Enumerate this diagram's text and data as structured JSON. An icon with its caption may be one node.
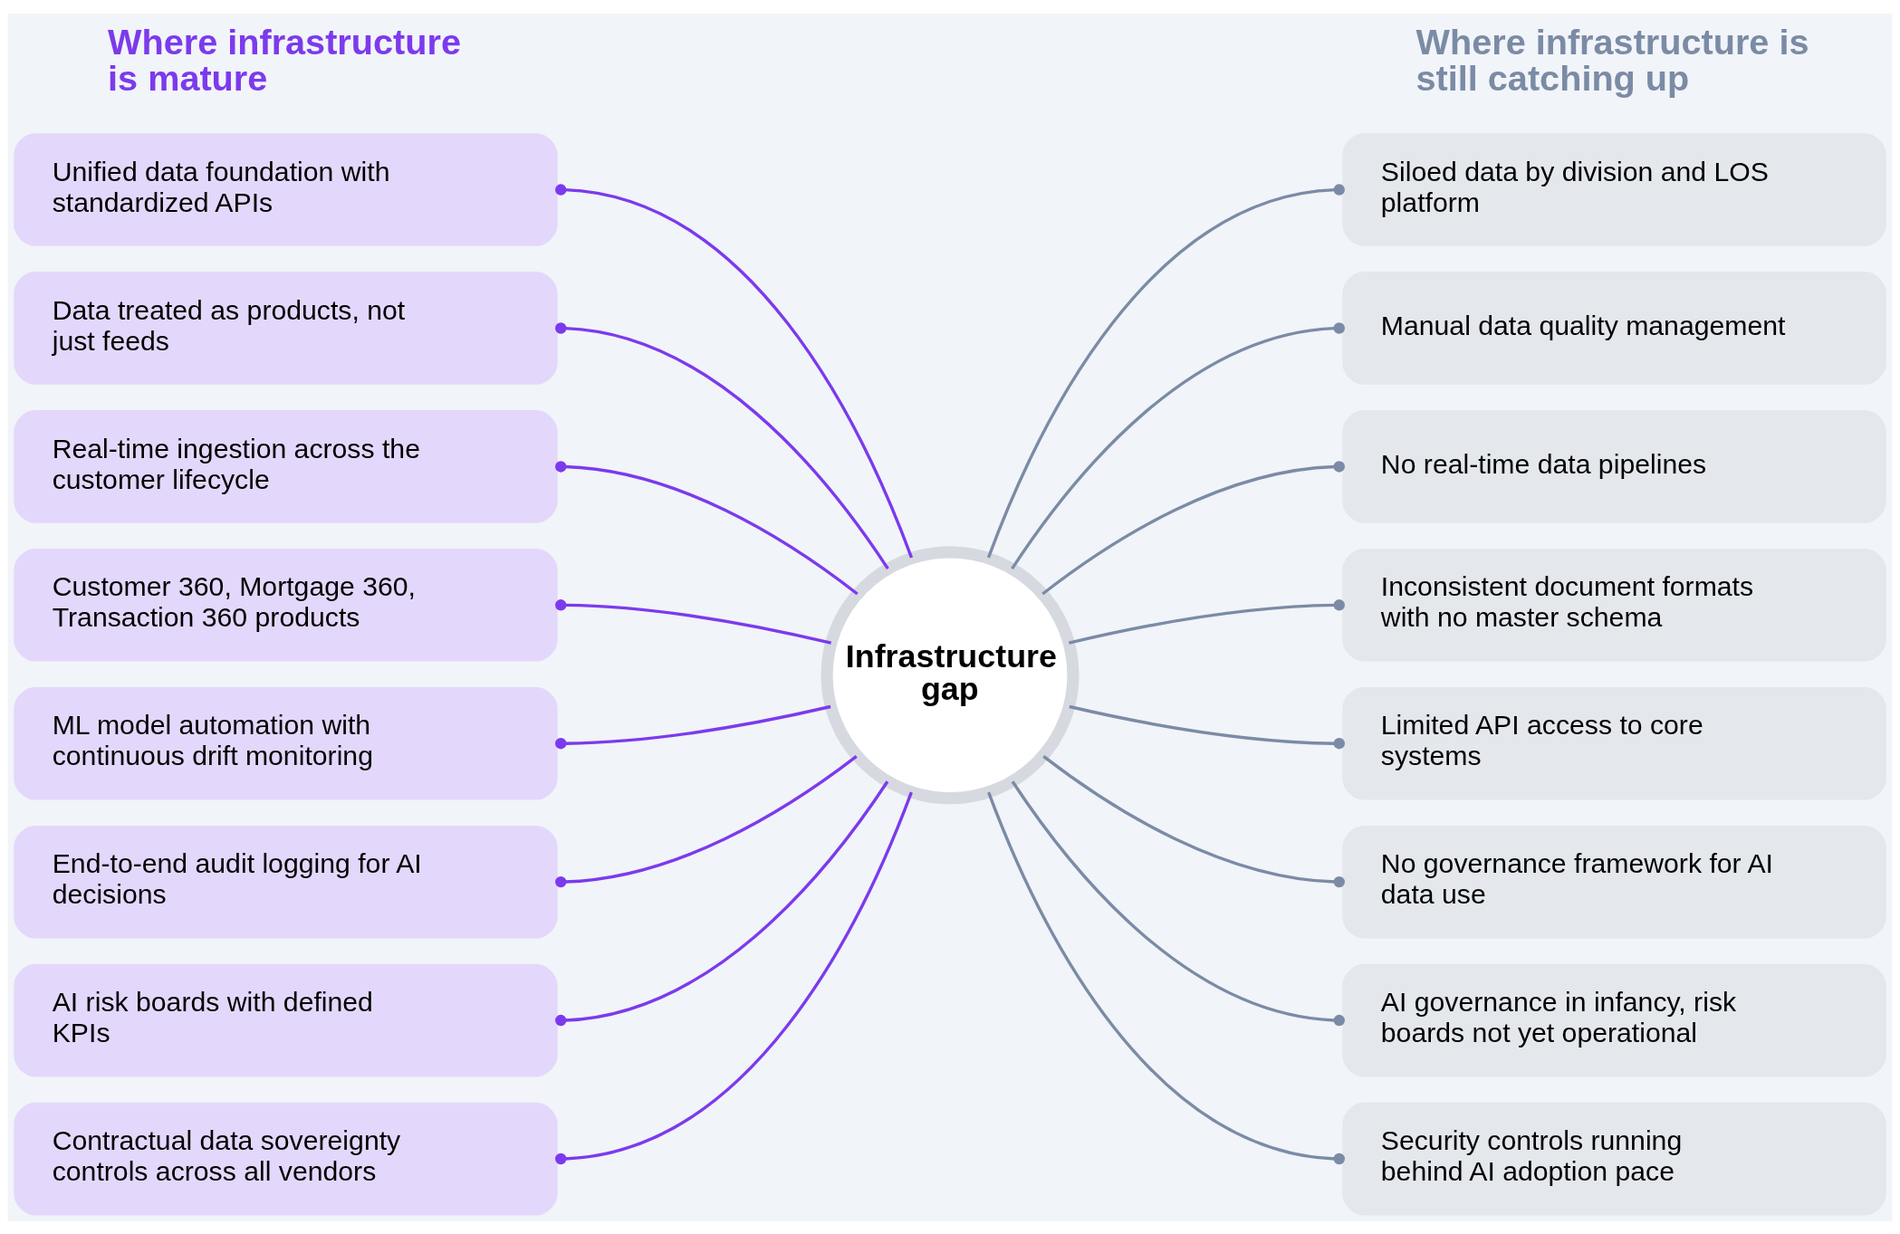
{
  "diagram": {
    "nodes": [
      {
        "text": [
          "Unified data foundation with standardized APIs"
        ]
      },
      {
        "text": [
          "Data treated as products, not just feeds"
        ]
      },
      {
        "text": [
          "Real-time ingestion across the customer lifecycle"
        ]
      },
      {
        "text": [
          "Customer 360, Mortgage 360, Transaction 360 products"
        ]
      },
      {
        "text": [
          "ML model automation with continuous drift monitoring"
        ]
      },
      {
        "text": [
          "End-to-end audit logging for AI decisions"
        ]
      },
      {
        "text": [
          "AI risk boards with defined KPIs"
        ]
      },
      {
        "text": [
          "Contractual data sovereignty controls across all vendors"
        ]
      },
      {
        "text": [
          "Infrastructure gap"
        ]
      },
      {
        "text": [
          "Siloed data by division and LOS platform"
        ]
      },
      {
        "text": [
          "Manual data quality management"
        ]
      },
      {
        "text": [
          "No real-time data pipelines"
        ]
      },
      {
        "text": [
          "Inconsistent document formats with no master schema"
        ]
      },
      {
        "text": [
          "Limited API access to core systems"
        ]
      },
      {
        "text": [
          "No governance framework for AI data use"
        ]
      },
      {
        "text": [
          "AI governance in infancy, risk boards not yet operational"
        ]
      },
      {
        "text": [
          "Security controls running behind AI adoption pace"
        ]
      }
    ],
    "edges": [
      {
        "from": 0,
        "to": 8,
        "arrow": "other",
        "color": "#7c3aed"
      },
      {
        "from": 1,
        "to": 8,
        "arrow": "other",
        "color": "#7c3aed"
      },
      {
        "from": 2,
        "to": 8,
        "arrow": "other",
        "color": "#7c3aed"
      },
      {
        "from": 3,
        "to": 8,
        "arrow": "other",
        "color": "#7c3aed"
      },
      {
        "from": 4,
        "to": 8,
        "arrow": "other",
        "color": "#7c3aed"
      },
      {
        "from": 5,
        "to": 8,
        "arrow": "other",
        "color": "#7c3aed"
      },
      {
        "from": 6,
        "to": 8,
        "arrow": "other",
        "color": "#7c3aed"
      },
      {
        "from": 7,
        "to": 8,
        "arrow": "other",
        "color": "#7c3aed"
      },
      {
        "from": 8,
        "to": 9,
        "arrow": "other",
        "color": "#7b8ba6"
      },
      {
        "from": 8,
        "to": 10,
        "arrow": "other",
        "color": "#7b8ba6"
      },
      {
        "from": 8,
        "to": 11,
        "arrow": "other",
        "color": "#7b8ba6"
      },
      {
        "from": 8,
        "to": 12,
        "arrow": "other",
        "color": "#7b8ba6"
      },
      {
        "from": 8,
        "to": 13,
        "arrow": "other",
        "color": "#7b8ba6"
      },
      {
        "from": 8,
        "to": 14,
        "arrow": "other",
        "color": "#7b8ba6"
      },
      {
        "from": 8,
        "to": 15,
        "arrow": "other",
        "color": "#7b8ba6"
      },
      {
        "from": 8,
        "to": 16,
        "arrow": "other",
        "color": "#7b8ba6"
      }
    ],
    "labels": [
      "Where infrastructure is mature",
      "Where infrastructure is still catching up"
    ]
  }
}
